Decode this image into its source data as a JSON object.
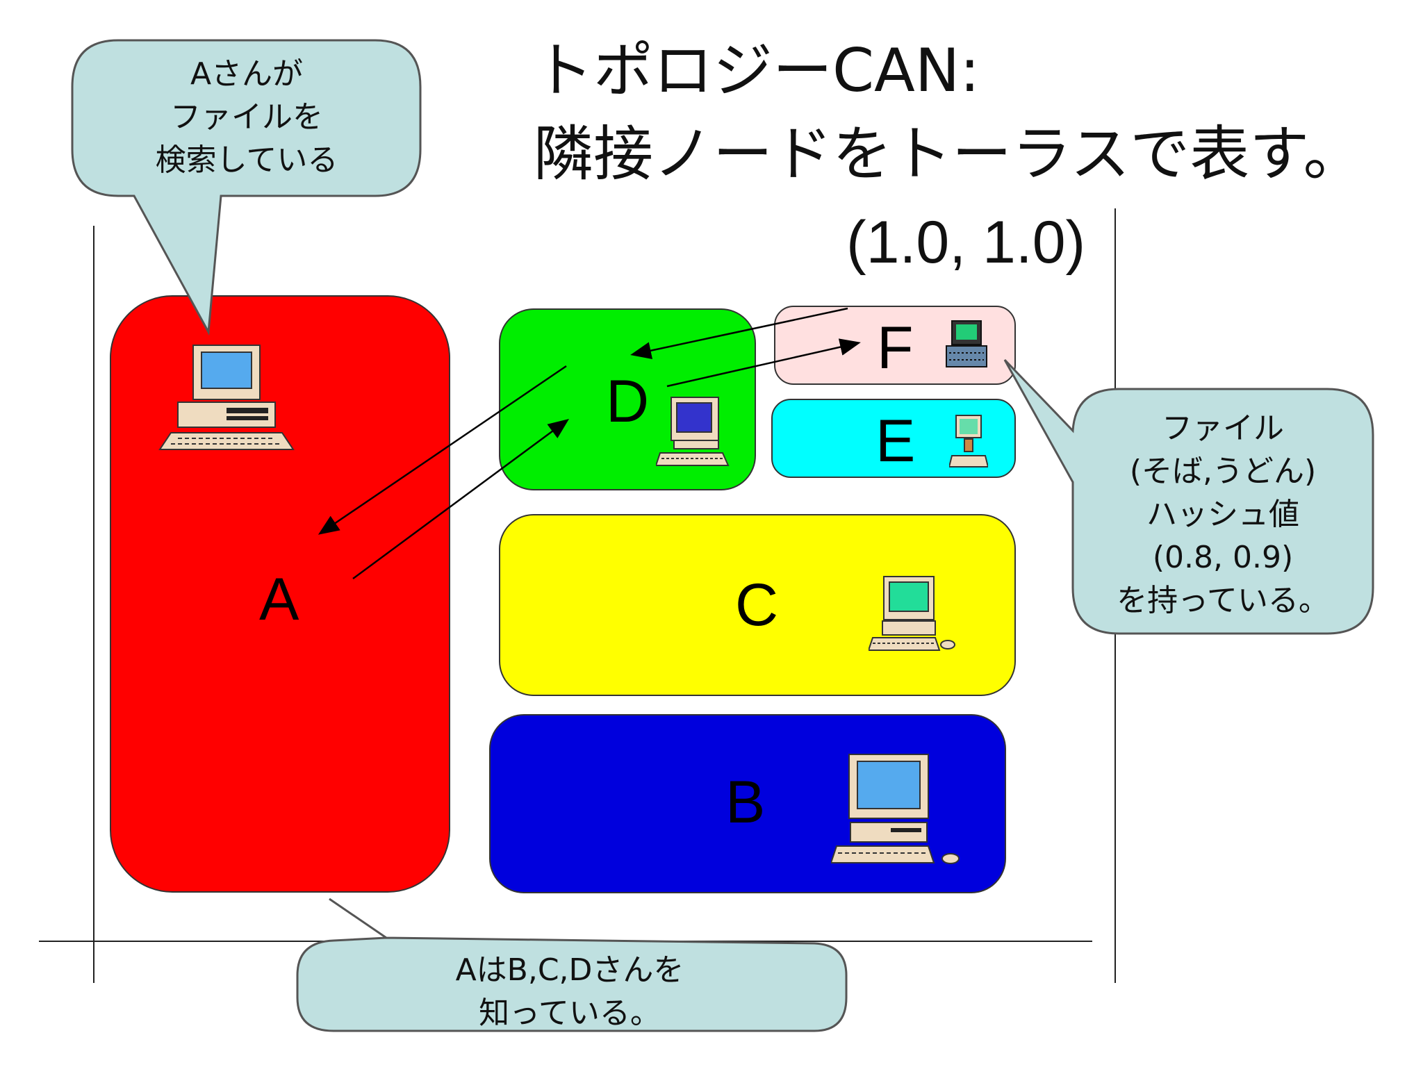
{
  "title": {
    "line1": "トポロジーCAN:",
    "line2": "隣接ノードをトーラスで表す。"
  },
  "corner_coordinate": "(1.0, 1.0)",
  "regions": {
    "a": {
      "label": "A",
      "color": "#ff0000"
    },
    "b": {
      "label": "B",
      "color": "#0000dd"
    },
    "c": {
      "label": "C",
      "color": "#ffff00"
    },
    "d": {
      "label": "D",
      "color": "#00ee00"
    },
    "e": {
      "label": "E",
      "color": "#00ffff"
    },
    "f": {
      "label": "F",
      "color": "#ffe0e0"
    }
  },
  "callouts": {
    "top_left": {
      "lines": [
        "Aさんが",
        "ファイルを",
        "検索している"
      ]
    },
    "right": {
      "lines": [
        "ファイル",
        "(そば,うどん)",
        "ハッシュ値",
        "(0.8, 0.9)",
        "を持っている。"
      ]
    },
    "bottom": {
      "lines": [
        "AはB,C,Dさんを",
        "知っている。"
      ]
    }
  },
  "colors": {
    "callout_fill": "#bfe0e0",
    "callout_stroke": "#555555"
  }
}
